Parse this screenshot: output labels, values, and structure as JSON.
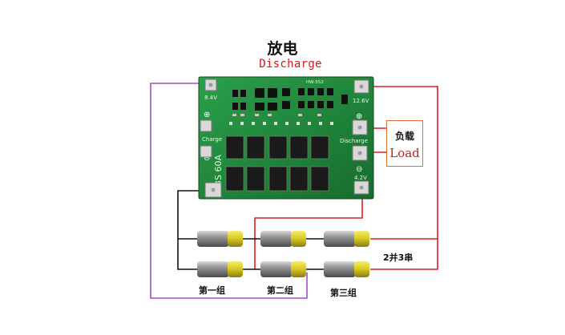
{
  "title_cn": "放电",
  "title_en": "Discharge",
  "board": {
    "model": "HW-552",
    "rating": "3S 60A",
    "charge_label": "Charge",
    "discharge_label": "Discharge",
    "pads": {
      "b_8v4": "8.4V",
      "b_12v6": "12.6V",
      "b_4v2": "4.2V"
    }
  },
  "load": {
    "cn": "负载",
    "en": "Load"
  },
  "groups": [
    "第一组",
    "第二组",
    "第三组"
  ],
  "config": "2并3串",
  "colors": {
    "red_wire": "#d92020",
    "purple_wire": "#a050c0",
    "black_wire": "#111111",
    "pcb": "#1f8a3a",
    "load_border": "#e07030"
  }
}
